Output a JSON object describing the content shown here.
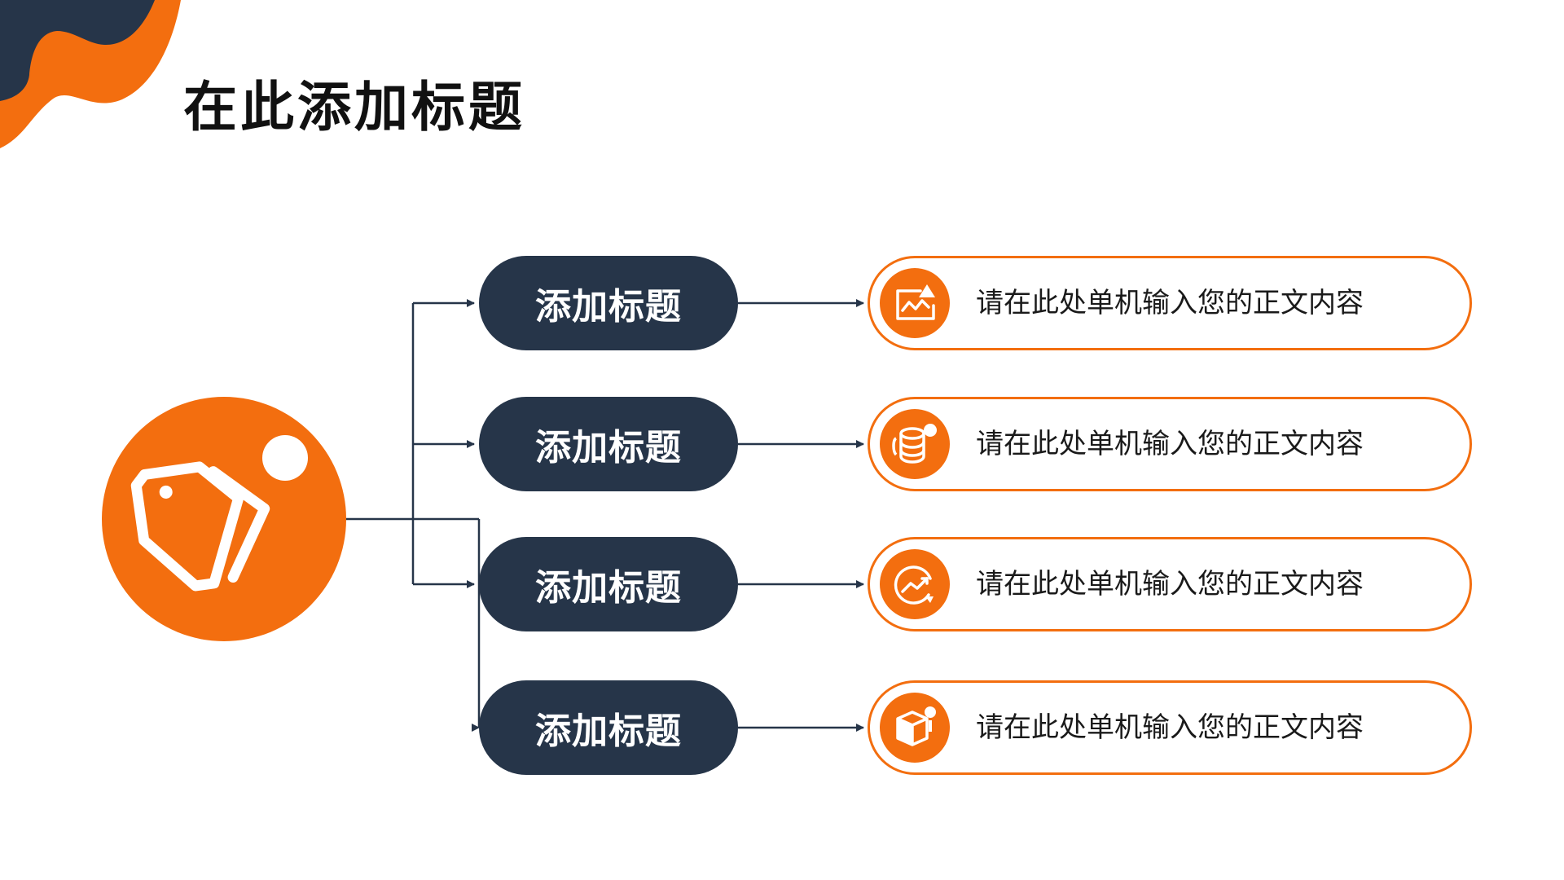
{
  "title": "在此添加标题",
  "colors": {
    "accent": "#F36E0F",
    "dark": "#263549",
    "white": "#FFFFFF"
  },
  "hub": {
    "icon": "price-tags-icon"
  },
  "items": [
    {
      "label": "添加标题",
      "text": "请在此处单机输入您的正文内容",
      "icon": "line-chart-icon"
    },
    {
      "label": "添加标题",
      "text": "请在此处单机输入您的正文内容",
      "icon": "database-icon"
    },
    {
      "label": "添加标题",
      "text": "请在此处单机输入您的正文内容",
      "icon": "trend-chart-icon"
    },
    {
      "label": "添加标题",
      "text": "请在此处单机输入您的正文内容",
      "icon": "box-icon"
    }
  ]
}
